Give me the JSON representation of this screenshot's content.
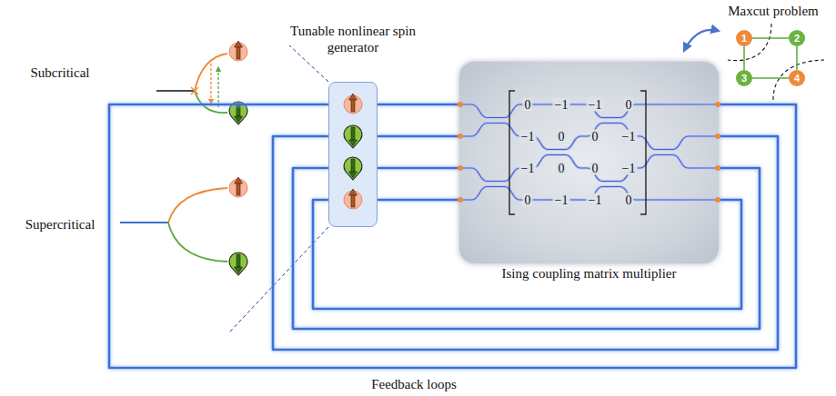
{
  "diagram": {
    "nodes": [
      {
        "text": [
          "Tunable nonlinear spin generator"
        ]
      },
      {
        "text": [
          "Ising coupling matrix multiplier"
        ]
      },
      {
        "text": [
          "1"
        ]
      },
      {
        "text": [
          "2"
        ]
      },
      {
        "text": [
          "3"
        ]
      },
      {
        "text": [
          "4"
        ]
      }
    ],
    "edges": [
      {
        "from": 0,
        "to": 1,
        "arrow": "none"
      },
      {
        "from": 0,
        "to": 1,
        "arrow": "none"
      },
      {
        "from": 0,
        "to": 1,
        "arrow": "none"
      },
      {
        "from": 0,
        "to": 1,
        "arrow": "none"
      },
      {
        "from": 1,
        "to": 0,
        "arrow": "none"
      },
      {
        "from": 1,
        "to": 0,
        "arrow": "none"
      },
      {
        "from": 1,
        "to": 0,
        "arrow": "none"
      },
      {
        "from": 1,
        "to": 0,
        "arrow": "none"
      },
      {
        "from": 2,
        "to": 3,
        "arrow": "none"
      },
      {
        "from": 2,
        "to": 4,
        "arrow": "none"
      },
      {
        "from": 3,
        "to": 5,
        "arrow": "none"
      },
      {
        "from": 4,
        "to": 5,
        "arrow": "none"
      }
    ],
    "labels": [
      "Subcritical",
      "Supercritical",
      "Maxcut problem",
      "Feedback loops",
      "0",
      "−1",
      "−1",
      "0",
      "−1",
      "0",
      "0",
      "−1",
      "−1",
      "0",
      "0",
      "−1",
      "0",
      "−1",
      "−1",
      "0"
    ]
  }
}
